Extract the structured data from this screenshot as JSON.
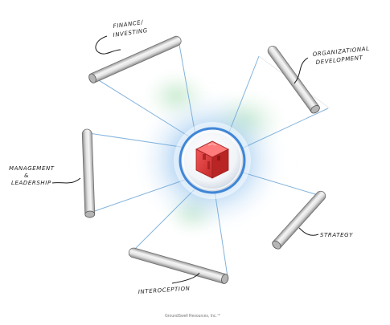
{
  "labels": {
    "finance_line1": "Finance/",
    "finance_line2": "Investing",
    "org_line1": "Organizational",
    "org_line2": "Development",
    "mgmt_line1": "Management",
    "mgmt_line2": "&",
    "mgmt_line3": "Leadership",
    "strategy": "Strategy",
    "interoception": "Interoception"
  },
  "credit": "GroundSwell Resources, Inc.℠",
  "colors": {
    "cube_red": "#e23a3a",
    "glow_blue": "#5aa2e6",
    "glow_green": "#7cd08e",
    "ray_blue": "#6fa6d6"
  }
}
